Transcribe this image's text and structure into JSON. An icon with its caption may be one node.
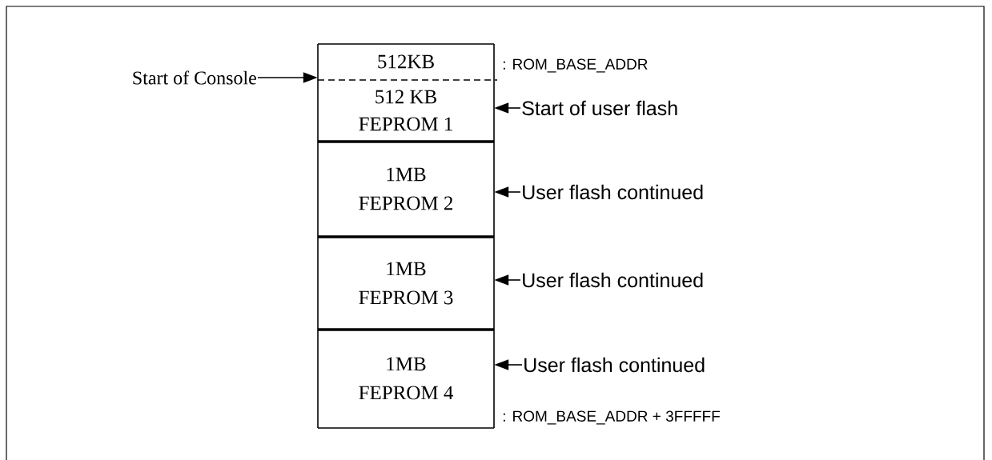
{
  "diagram": {
    "nodes": [
      {
        "text": [
          "512KB"
        ]
      },
      {
        "text": [
          "512 KB FEPROM 1"
        ]
      },
      {
        "text": [
          "1MB",
          "FEPROM 2"
        ]
      },
      {
        "text": [
          "1MB",
          "FEPROM 3"
        ]
      },
      {
        "text": [
          "1MB",
          "FEPROM 4"
        ]
      },
      {
        "text": [
          "Start of Console"
        ]
      },
      {
        "text": [
          "Start  of  user flash"
        ]
      },
      {
        "text": [
          "User flash continued"
        ]
      },
      {
        "text": [
          "User flash continued"
        ]
      },
      {
        "text": [
          "User flash continued"
        ]
      }
    ],
    "edges": [
      {
        "from": 5,
        "to": 0,
        "arrow": "to"
      },
      {
        "from": 6,
        "to": 1,
        "arrow": "to"
      },
      {
        "from": 7,
        "to": 2,
        "arrow": "to"
      },
      {
        "from": 8,
        "to": 3,
        "arrow": "to"
      },
      {
        "from": 9,
        "to": 4,
        "arrow": "to"
      }
    ],
    "labels": [
      ": ROM_BASE_ADDR",
      ": ROM_BASE_ADDR + 3FFFFF"
    ]
  }
}
